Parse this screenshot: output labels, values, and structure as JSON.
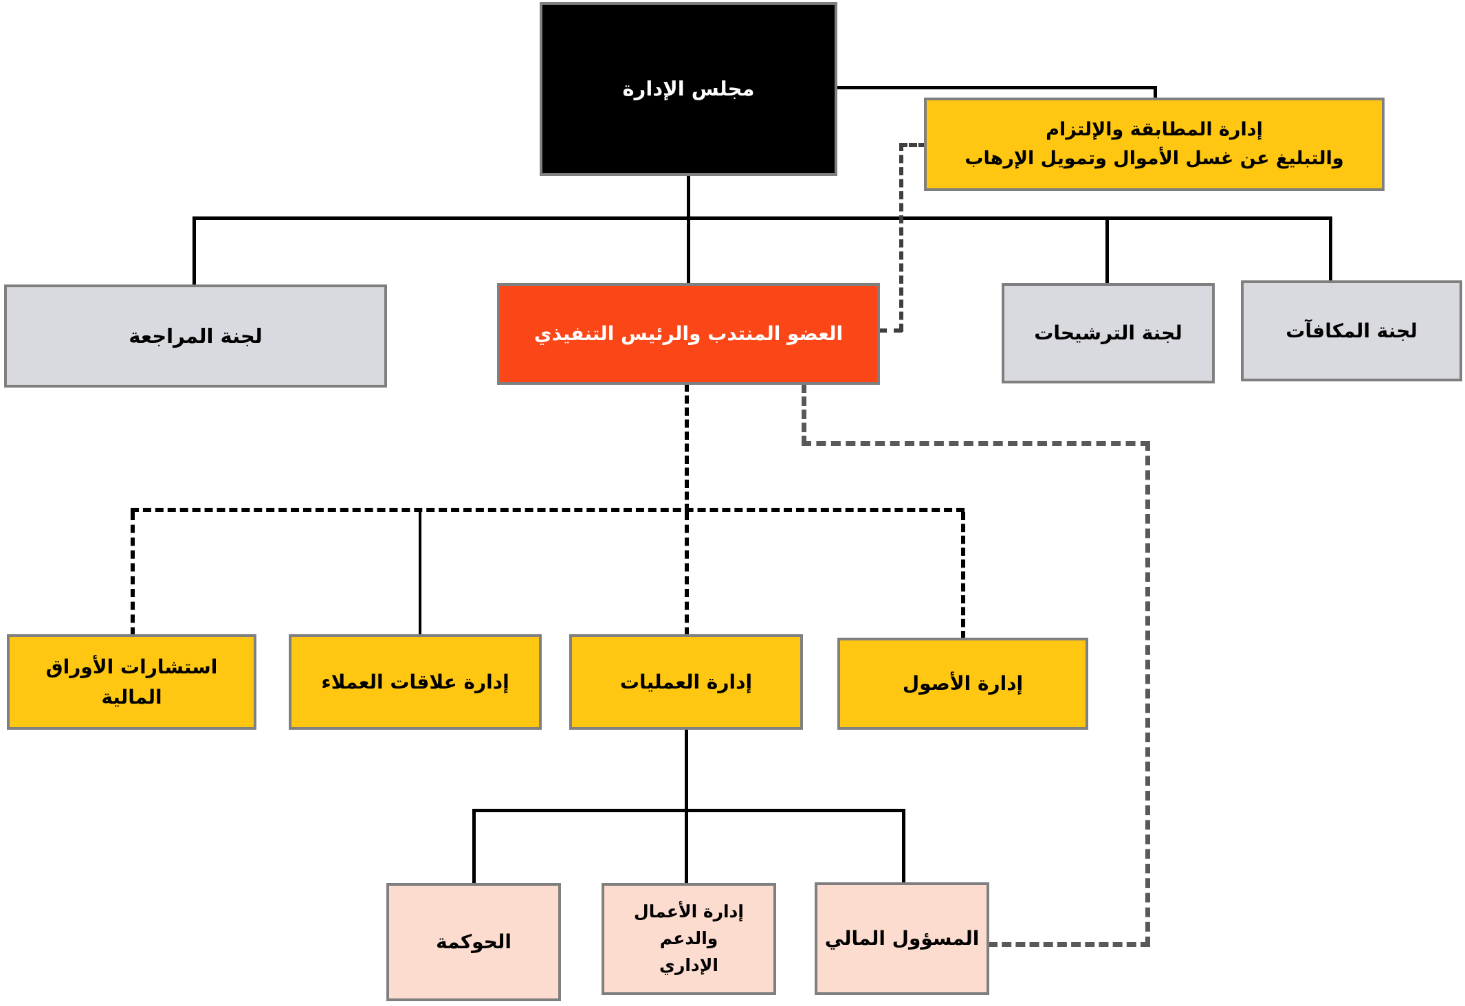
{
  "diagram": {
    "type": "org-chart",
    "direction": "rtl",
    "nodes": {
      "board": {
        "label": "مجلس الإدارة",
        "role": "root"
      },
      "compliance": {
        "label": "إدارة المطابقة والإلتزام\nوالتبليغ عن غسل الأموال وتمويل الإرهاب"
      },
      "audit": {
        "label": "لجنة المراجعة"
      },
      "ceo": {
        "label": "العضو المنتدب والرئيس التنفيذي"
      },
      "nominations": {
        "label": "لجنة الترشيحات"
      },
      "remuneration": {
        "label": "لجنة المكافآت"
      },
      "securities": {
        "label": "استشارات الأوراق\nالمالية"
      },
      "client_relations": {
        "label": "إدارة علاقات العملاء"
      },
      "operations": {
        "label": "إدارة العمليات"
      },
      "assets": {
        "label": "إدارة الأصول"
      },
      "governance": {
        "label": "الحوكمة"
      },
      "business_admin": {
        "label": "إدارة الأعمال والدعم\nالإداري"
      },
      "financial_officer": {
        "label": "المسؤول المالي"
      }
    },
    "edges": [
      {
        "from": "board",
        "to": "ceo",
        "style": "solid"
      },
      {
        "from": "board",
        "to": "audit",
        "style": "solid"
      },
      {
        "from": "board",
        "to": "nominations",
        "style": "solid"
      },
      {
        "from": "board",
        "to": "remuneration",
        "style": "solid"
      },
      {
        "from": "board",
        "to": "compliance",
        "style": "solid"
      },
      {
        "from": "compliance",
        "to": "ceo",
        "style": "dashed"
      },
      {
        "from": "ceo",
        "to": "securities",
        "style": "dashed"
      },
      {
        "from": "ceo",
        "to": "client_relations",
        "style": "solid"
      },
      {
        "from": "ceo",
        "to": "operations",
        "style": "dashed"
      },
      {
        "from": "ceo",
        "to": "assets",
        "style": "dashed"
      },
      {
        "from": "ceo",
        "to": "financial_officer",
        "style": "dashed-gray"
      },
      {
        "from": "operations",
        "to": "governance",
        "style": "solid"
      },
      {
        "from": "operations",
        "to": "business_admin",
        "style": "solid"
      },
      {
        "from": "operations",
        "to": "financial_officer",
        "style": "solid"
      }
    ],
    "colors": {
      "board_bg": "#000000",
      "board_text": "#FFFFFF",
      "ceo_bg": "#FB4617",
      "ceo_text": "#FFFFFF",
      "committee_bg": "#D9D9E0",
      "department_bg": "#FFC711",
      "sub_department_bg": "#FBDCCE",
      "node_border": "#7F7F7F",
      "connector": "#000000",
      "connector_dashed_gray": "#595959"
    }
  }
}
